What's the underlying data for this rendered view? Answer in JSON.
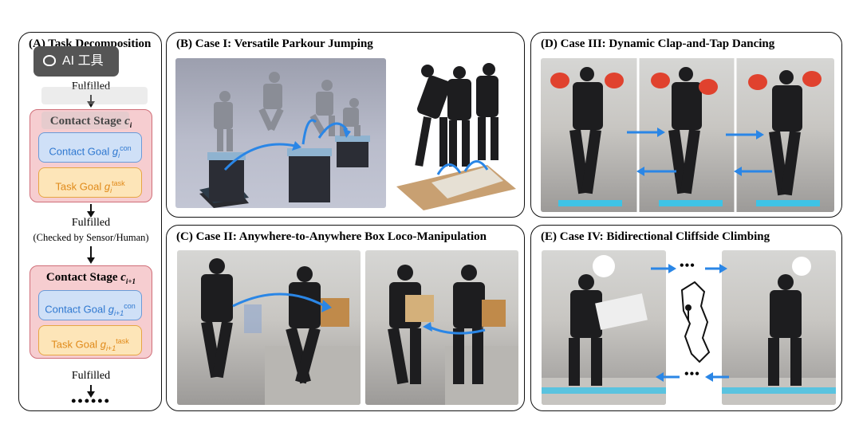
{
  "panel_a": {
    "title": "(A) Task Decomposition",
    "fulfilled_top": "Fulfilled",
    "stage_1": {
      "title": "Contact Stage",
      "var": "c",
      "sub": "i",
      "contact_goal": "Contact Goal",
      "contact_sym": "g",
      "contact_sub": "i",
      "contact_sup": "con",
      "task_goal": "Task Goal",
      "task_sym": "g",
      "task_sub": "i",
      "task_sup": "task"
    },
    "fulfilled_mid": "Fulfilled",
    "checked_by": "(Checked by Sensor/Human)",
    "stage_2": {
      "title": "Contact Stage",
      "var": "c",
      "sub": "i+1",
      "contact_goal": "Contact Goal",
      "contact_sym": "g",
      "contact_sub": "i+1",
      "contact_sup": "con",
      "task_goal": "Task Goal",
      "task_sym": "g",
      "task_sub": "i+1",
      "task_sup": "task"
    },
    "fulfilled_bottom": "Fulfilled",
    "ellipsis": "••••••"
  },
  "panel_b": {
    "title": "(B) Case I: Versatile Parkour Jumping"
  },
  "panel_c": {
    "title": "(C) Case II: Anywhere-to-Anywhere Box Loco-Manipulation"
  },
  "panel_d": {
    "title": "(D) Case III: Dynamic Clap-and-Tap Dancing"
  },
  "panel_e": {
    "title": "(E) Case IV: Bidirectional Cliffside Climbing",
    "dots": "•••"
  },
  "overlay": {
    "badge": "AI 工具"
  },
  "colors": {
    "arrow_blue": "#2a86e6",
    "stage_fill": "#f6cdd0",
    "stage_border": "#cf6e78",
    "contact_fill": "#cfe0f7",
    "contact_text": "#2f78d0",
    "task_fill": "#fde5b8",
    "task_text": "#e08a1a",
    "tape_cyan": "#3ec3e6"
  }
}
